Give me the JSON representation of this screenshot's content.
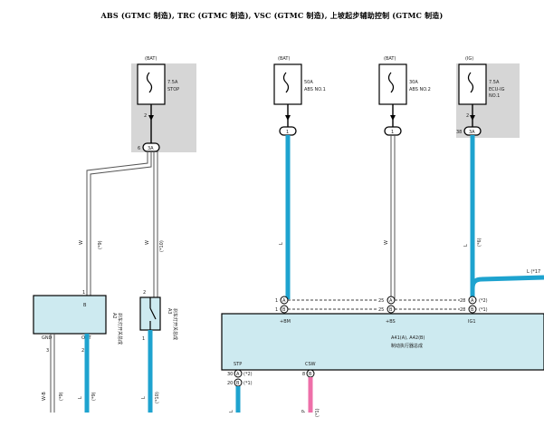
{
  "title": "ABS (GTMC 制造), TRC (GTMC 制造), VSC (GTMC 制造), 上坡起步辅助控制 (GTMC 制造)",
  "fuses": [
    {
      "supply": "(BAT)",
      "rating": "7.5A",
      "name": "STOP",
      "pin_out": "2",
      "connector": "6",
      "connector_tag": "3A"
    },
    {
      "supply": "(BAT)",
      "rating": "50A",
      "name": "ABS NO.1",
      "connector": "1"
    },
    {
      "supply": "(BAT)",
      "rating": "30A",
      "name": "ABS NO.2",
      "connector": "1"
    },
    {
      "supply": "(IG)",
      "rating": "7.5A",
      "name": "ECU-IG",
      "name2": "NO.1",
      "pin_out": "2",
      "connector": "38",
      "connector_tag": "3A"
    }
  ],
  "wires": {
    "stop_wire_1": {
      "color": "W",
      "note": "(*9)"
    },
    "stop_wire_2": {
      "color": "W",
      "note": "(*10)"
    },
    "abs1_wire": {
      "color": "L"
    },
    "abs2_wire": {
      "color": "W"
    },
    "ig_wire": {
      "color": "L",
      "note": "(*6)"
    },
    "branch": "L (*17"
  },
  "brake_switch": {
    "ref": "A2",
    "name": "刹车灯开关总成",
    "pin_top": "1",
    "pin_b": "B",
    "label_gnd": "GND",
    "label_out": "OUT",
    "pin_3": "3",
    "pin_2": "2",
    "wire_gnd": "W-B",
    "wire_gnd_note": "(*9)",
    "wire_out": "L",
    "wire_out_note": "(*9)"
  },
  "lamp_switch": {
    "ref": "A3",
    "name": "刹车灯开关总成",
    "pin_top": "2",
    "pin_bottom": "1",
    "wire": "L",
    "note": "(*10)"
  },
  "actuator": {
    "ref": "A41(A), A42(B)",
    "name": "制动执行器总成",
    "pins_top": [
      {
        "pin": "1",
        "conn": "A",
        "label": "+BM"
      },
      {
        "pin": "1",
        "conn": "B",
        "label": ""
      },
      {
        "pin": "25",
        "conn": "A",
        "label": "+BS"
      },
      {
        "pin": "25",
        "conn": "B",
        "label": ""
      },
      {
        "pin": "28",
        "conn": "A",
        "label": "IG1",
        "note": "(*2)"
      },
      {
        "pin": "28",
        "conn": "B",
        "label": "",
        "note": "(*1)"
      }
    ],
    "pins_bottom": [
      {
        "pin": "30",
        "conn": "A",
        "label": "STP",
        "note": "(*2)"
      },
      {
        "pin": "20",
        "conn": "B",
        "label": "",
        "note": "(*1)"
      },
      {
        "pin": "8",
        "conn": "B",
        "label": "CSW"
      }
    ],
    "wire_stp": "L",
    "wire_csw": "P",
    "wire_csw_note": "(*1)"
  },
  "colors": {
    "wire_blue": "#1ea3cf",
    "wire_pink": "#ee6fa9",
    "fuse_bg": "#d6d6d6",
    "component_fill": "#cdeaf0"
  }
}
